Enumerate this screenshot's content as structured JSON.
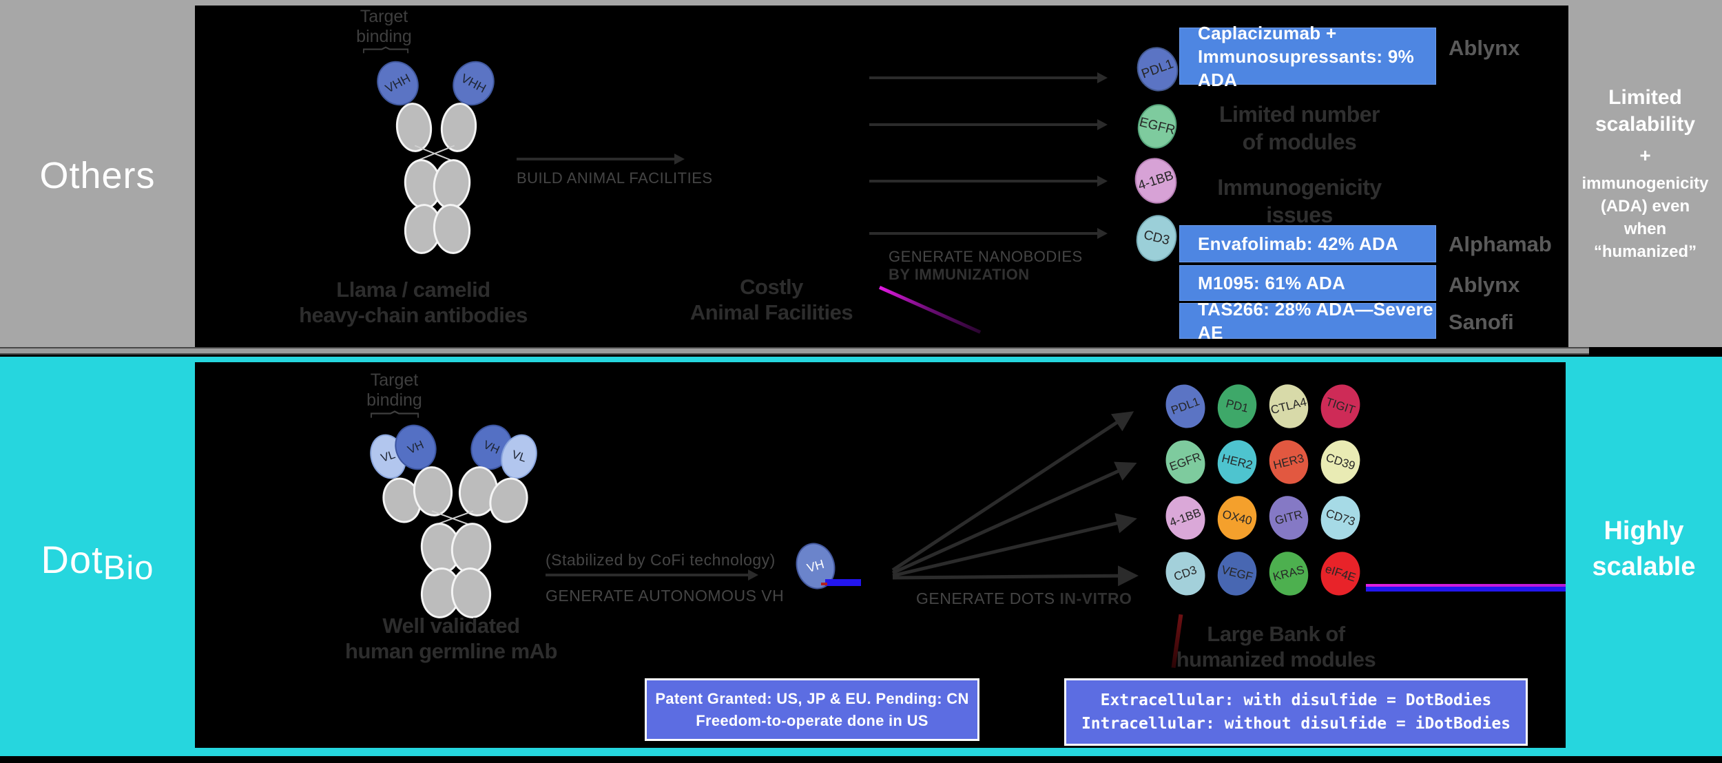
{
  "colors": {
    "teal": "#26d6de",
    "gray_panel": "#a7a7a7",
    "ada_box_blue": "#4e86e2",
    "info_box_blue": "#5c6de2",
    "arrow": "#2b2b2b",
    "dark_caption": "#2d2d2d"
  },
  "top_section": {
    "side_label": "Others",
    "target_binding": {
      "line1": "Target",
      "line2": "binding"
    },
    "antibody_domains": {
      "left": "VHH",
      "right": "VHH"
    },
    "antibody_caption": {
      "line1": "Llama / camelid",
      "line2": "heavy-chain antibodies"
    },
    "step1": {
      "label": "BUILD ANIMAL FACILITIES"
    },
    "costly_caption": {
      "line1": "Costly",
      "line2": "Animal Facilities"
    },
    "step2": {
      "line1": "GENERATE NANOBODIES",
      "line2": "BY IMMUNIZATION"
    },
    "targets": [
      {
        "name": "PDL1",
        "color": "#5b74c4"
      },
      {
        "name": "EGFR",
        "color": "#7ecb9e"
      },
      {
        "name": "4-1BB",
        "color": "#d7a2d6"
      },
      {
        "name": "CD3",
        "color": "#9bcfd8"
      }
    ],
    "ada_box1": {
      "line1": "Caplacizumab +",
      "line2": "Immunosupressants: 9% ADA",
      "company": "Ablynx"
    },
    "note1": {
      "line1": "Limited number",
      "line2": "of modules"
    },
    "note2": {
      "line1": "Immunogenicity",
      "line2": "issues"
    },
    "ada_box2": {
      "text": "Envafolimab: 42% ADA",
      "company": "Alphamab"
    },
    "ada_box3": {
      "text": "M1095: 61% ADA",
      "company": "Ablynx"
    },
    "ada_box4": {
      "text": "TAS266: 28% ADA—Severe AE",
      "company": "Sanofi"
    },
    "verdict": {
      "line1": "Limited",
      "line2": "scalability",
      "plus": "+",
      "line3": "immunogenicity",
      "line4": "(ADA) even",
      "line5": "when",
      "line6": "“humanized”"
    }
  },
  "bottom_section": {
    "logo": {
      "part1": "Dot",
      "part2": "Bio"
    },
    "target_binding": {
      "line1": "Target",
      "line2": "binding"
    },
    "antibody_domains": {
      "vl_left": "VL",
      "vh_left": "VH",
      "vh_right": "VH",
      "vl_right": "VL"
    },
    "antibody_caption": {
      "line1": "Well validated",
      "line2": "human germline mAb"
    },
    "step1": {
      "note": "(Stabilized by CoFi technology)",
      "label": "GENERATE AUTONOMOUS VH"
    },
    "vh_module": {
      "label": "VH",
      "color": "#6b84cb"
    },
    "step2": {
      "label_regular": "GENERATE DOTS ",
      "label_bold": "IN-VITRO"
    },
    "modules": [
      {
        "name": "PDL1",
        "color": "#5b74c4"
      },
      {
        "name": "PD1",
        "color": "#3ea869"
      },
      {
        "name": "CTLA4",
        "color": "#d8daa9"
      },
      {
        "name": "TIGIT",
        "color": "#ce2b57"
      },
      {
        "name": "EGFR",
        "color": "#7ecb9e"
      },
      {
        "name": "HER2",
        "color": "#4ec4cf"
      },
      {
        "name": "HER3",
        "color": "#e25840"
      },
      {
        "name": "CD39",
        "color": "#e9ebb4"
      },
      {
        "name": "4-1BB",
        "color": "#daa8d8"
      },
      {
        "name": "OX40",
        "color": "#f4a02c"
      },
      {
        "name": "GITR",
        "color": "#8579c5"
      },
      {
        "name": "CD73",
        "color": "#a6dae6"
      },
      {
        "name": "CD3",
        "color": "#a3d0da"
      },
      {
        "name": "VEGF",
        "color": "#4867b2"
      },
      {
        "name": "KRAS",
        "color": "#4db04f"
      },
      {
        "name": "eIF4E",
        "color": "#e82329"
      }
    ],
    "bank_caption": {
      "line1": "Large Bank of",
      "line2": "humanized modules"
    },
    "patent_box": {
      "line1": "Patent Granted: US, JP & EU. Pending: CN",
      "line2": "Freedom-to-operate done in US"
    },
    "dotbodies_box": {
      "line1": "Extracellular: with disulfide = DotBodies",
      "line2": "Intracellular: without disulfide = iDotBodies"
    },
    "verdict": {
      "line1": "Highly",
      "line2": "scalable"
    }
  }
}
